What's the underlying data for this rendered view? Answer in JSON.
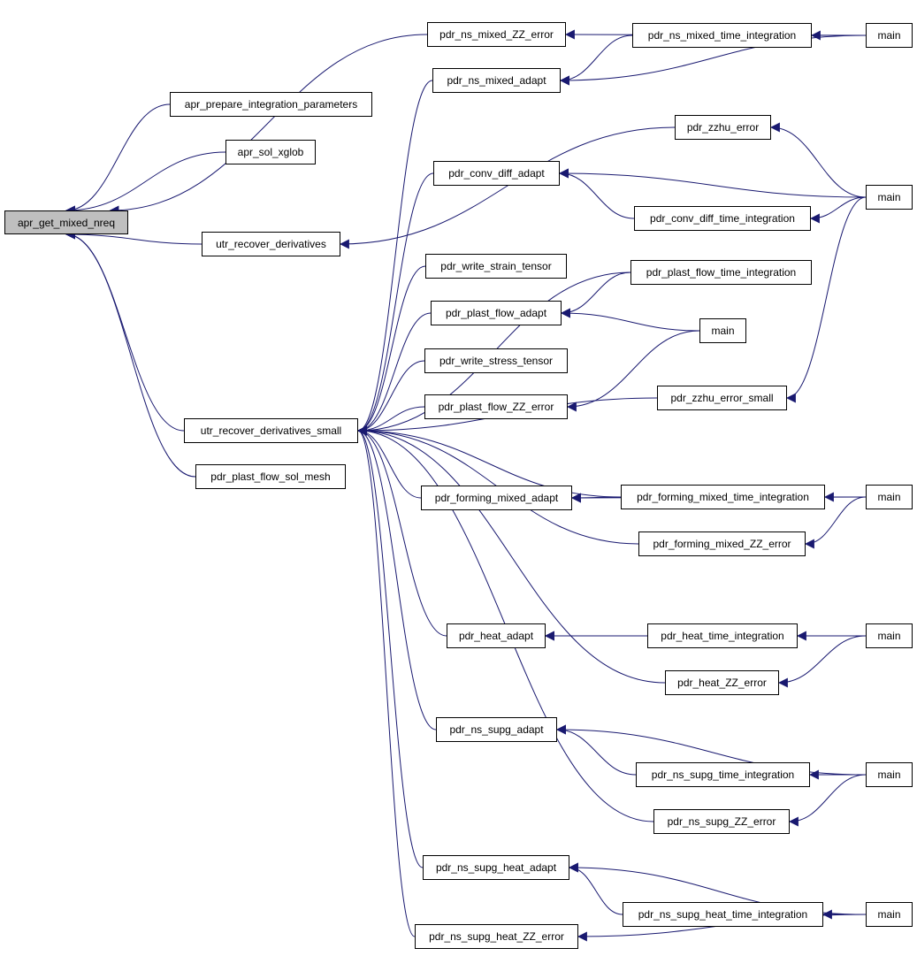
{
  "colors": {
    "edge": "#191970",
    "node_border": "#000000",
    "root_fill": "#bfbfbf",
    "node_fill": "#ffffff"
  },
  "nodes": {
    "n_root": "apr_get_mixed_nreq",
    "n_prepare": "apr_prepare_integration_parameters",
    "n_xglob": "apr_sol_xglob",
    "n_utr_rd": "utr_recover_derivatives",
    "n_utr_rds": "utr_recover_derivatives_small",
    "n_pf_sol_mesh": "pdr_plast_flow_sol_mesh",
    "n_ns_mixed_zz": "pdr_ns_mixed_ZZ_error",
    "n_ns_mixed_adapt": "pdr_ns_mixed_adapt",
    "n_conv_diff_adapt": "pdr_conv_diff_adapt",
    "n_write_strain": "pdr_write_strain_tensor",
    "n_pf_adapt": "pdr_plast_flow_adapt",
    "n_write_stress": "pdr_write_stress_tensor",
    "n_pf_zz": "pdr_plast_flow_ZZ_error",
    "n_forming_adapt": "pdr_forming_mixed_adapt",
    "n_heat_adapt": "pdr_heat_adapt",
    "n_ns_supg_adapt": "pdr_ns_supg_adapt",
    "n_ns_supg_heat_adapt": "pdr_ns_supg_heat_adapt",
    "n_ns_supg_heat_zz": "pdr_ns_supg_heat_ZZ_error",
    "n_ns_mixed_ti": "pdr_ns_mixed_time_integration",
    "n_zzhu": "pdr_zzhu_error",
    "n_conv_diff_ti": "pdr_conv_diff_time_integration",
    "n_pf_ti": "pdr_plast_flow_time_integration",
    "n_zzhu_small": "pdr_zzhu_error_small",
    "n_forming_ti": "pdr_forming_mixed_time_integration",
    "n_forming_zz": "pdr_forming_mixed_ZZ_error",
    "n_heat_ti": "pdr_heat_time_integration",
    "n_heat_zz": "pdr_heat_ZZ_error",
    "n_ns_supg_ti": "pdr_ns_supg_time_integration",
    "n_ns_supg_zz": "pdr_ns_supg_ZZ_error",
    "n_ns_supg_heat_ti": "pdr_ns_supg_heat_time_integration",
    "n_main1": "main",
    "n_main2": "main",
    "n_main3": "main",
    "n_main4": "main",
    "n_main5": "main",
    "n_main6": "main",
    "n_main7": "main"
  },
  "edges": [
    [
      "n_prepare",
      "n_root"
    ],
    [
      "n_xglob",
      "n_root"
    ],
    [
      "n_ns_mixed_zz",
      "n_root"
    ],
    [
      "n_utr_rd",
      "n_root"
    ],
    [
      "n_utr_rds",
      "n_root"
    ],
    [
      "n_pf_sol_mesh",
      "n_root"
    ],
    [
      "n_ns_mixed_adapt",
      "n_utr_rds"
    ],
    [
      "n_zzhu",
      "n_utr_rd"
    ],
    [
      "n_conv_diff_adapt",
      "n_utr_rds"
    ],
    [
      "n_pf_ti",
      "n_utr_rds"
    ],
    [
      "n_write_strain",
      "n_utr_rds"
    ],
    [
      "n_pf_adapt",
      "n_utr_rds"
    ],
    [
      "n_write_stress",
      "n_utr_rds"
    ],
    [
      "n_pf_zz",
      "n_utr_rds"
    ],
    [
      "n_zzhu_small",
      "n_utr_rds"
    ],
    [
      "n_forming_adapt",
      "n_utr_rds"
    ],
    [
      "n_forming_ti",
      "n_utr_rds"
    ],
    [
      "n_forming_zz",
      "n_utr_rds"
    ],
    [
      "n_heat_adapt",
      "n_utr_rds"
    ],
    [
      "n_heat_zz",
      "n_utr_rds"
    ],
    [
      "n_ns_supg_adapt",
      "n_utr_rds"
    ],
    [
      "n_ns_supg_zz",
      "n_utr_rds"
    ],
    [
      "n_ns_supg_heat_adapt",
      "n_utr_rds"
    ],
    [
      "n_ns_supg_heat_zz",
      "n_utr_rds"
    ],
    [
      "n_main1",
      "n_ns_mixed_zz"
    ],
    [
      "n_ns_mixed_ti",
      "n_ns_mixed_adapt"
    ],
    [
      "n_main1",
      "n_ns_mixed_adapt"
    ],
    [
      "n_main1",
      "n_ns_mixed_ti"
    ],
    [
      "n_main2",
      "n_zzhu"
    ],
    [
      "n_main2",
      "n_conv_diff_adapt"
    ],
    [
      "n_conv_diff_ti",
      "n_conv_diff_adapt"
    ],
    [
      "n_main2",
      "n_conv_diff_ti"
    ],
    [
      "n_main2",
      "n_zzhu_small"
    ],
    [
      "n_pf_ti",
      "n_pf_adapt"
    ],
    [
      "n_main3",
      "n_pf_adapt"
    ],
    [
      "n_main3",
      "n_pf_zz"
    ],
    [
      "n_forming_ti",
      "n_forming_adapt"
    ],
    [
      "n_main4",
      "n_forming_adapt"
    ],
    [
      "n_main4",
      "n_forming_ti"
    ],
    [
      "n_main4",
      "n_forming_zz"
    ],
    [
      "n_main5",
      "n_heat_adapt"
    ],
    [
      "n_heat_ti",
      "n_heat_adapt"
    ],
    [
      "n_main5",
      "n_heat_ti"
    ],
    [
      "n_main5",
      "n_heat_zz"
    ],
    [
      "n_main6",
      "n_ns_supg_adapt"
    ],
    [
      "n_ns_supg_ti",
      "n_ns_supg_adapt"
    ],
    [
      "n_main6",
      "n_ns_supg_ti"
    ],
    [
      "n_main6",
      "n_ns_supg_zz"
    ],
    [
      "n_main7",
      "n_ns_supg_heat_adapt"
    ],
    [
      "n_ns_supg_heat_ti",
      "n_ns_supg_heat_adapt"
    ],
    [
      "n_main7",
      "n_ns_supg_heat_ti"
    ],
    [
      "n_main7",
      "n_ns_supg_heat_zz"
    ]
  ]
}
